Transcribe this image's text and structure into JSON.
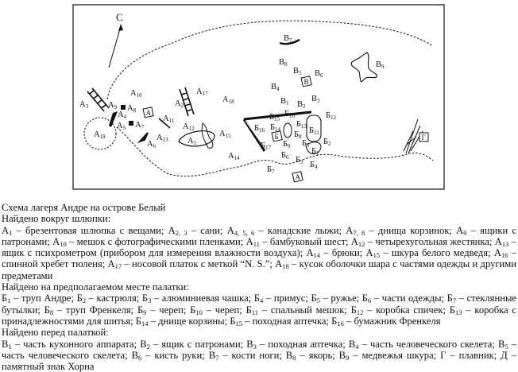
{
  "diagram": {
    "north_label": "С",
    "labels": [
      {
        "l": "А",
        "s": "1"
      },
      {
        "l": "А",
        "s": "2"
      },
      {
        "l": "А",
        "s": "3"
      },
      {
        "l": "А",
        "s": "4"
      },
      {
        "l": "А",
        "s": "5"
      },
      {
        "l": "А",
        "s": "6"
      },
      {
        "l": "А",
        "s": "7"
      },
      {
        "l": "А",
        "s": "8"
      },
      {
        "l": "А",
        "s": "9"
      },
      {
        "l": "А",
        "s": "10"
      },
      {
        "l": "А",
        "s": "11"
      },
      {
        "l": "А",
        "s": "12"
      },
      {
        "l": "А",
        "s": "13"
      },
      {
        "l": "А",
        "s": "14"
      },
      {
        "l": "А",
        "s": "15"
      },
      {
        "l": "А",
        "s": "17"
      },
      {
        "l": "А",
        "s": "18"
      },
      {
        "l": "А",
        "s": "18"
      },
      {
        "l": "В",
        "s": "1"
      },
      {
        "l": "В",
        "s": "2"
      },
      {
        "l": "В",
        "s": "3"
      },
      {
        "l": "В",
        "s": "4"
      },
      {
        "l": "В",
        "s": "5"
      },
      {
        "l": "В",
        "s": "6"
      },
      {
        "l": "В",
        "s": "7"
      },
      {
        "l": "В",
        "s": "8"
      },
      {
        "l": "В",
        "s": "9"
      },
      {
        "l": "Б",
        "s": "1"
      },
      {
        "l": "Б",
        "s": "2"
      },
      {
        "l": "Б",
        "s": "3"
      },
      {
        "l": "Б",
        "s": "4"
      },
      {
        "l": "Б",
        "s": "5"
      },
      {
        "l": "Б",
        "s": "6"
      },
      {
        "l": "Б",
        "s": "7"
      },
      {
        "l": "Б",
        "s": "8"
      },
      {
        "l": "Б",
        "s": "9"
      },
      {
        "l": "Б",
        "s": "10"
      },
      {
        "l": "Б",
        "s": "11"
      },
      {
        "l": "Б",
        "s": "12"
      },
      {
        "l": "Б",
        "s": "13"
      },
      {
        "l": "Б",
        "s": "14"
      },
      {
        "l": "Б",
        "s": "15"
      },
      {
        "l": "Б",
        "s": "16"
      },
      {
        "l": "Б",
        "s": "17"
      }
    ],
    "boxes": [
      "А",
      "В",
      "Б",
      "Г",
      "А"
    ]
  },
  "legend": {
    "title": "Схема лагеря Андре на острове Белый",
    "sections": [
      {
        "heading": "Найдено вокруг шлюпки:",
        "items": [
          {
            "c": "А",
            "s": "1",
            "d": "брезентовая шлюпка с вещами"
          },
          {
            "c": "А",
            "s": "2, 3",
            "d": "сани"
          },
          {
            "c": "А",
            "s": "4, 5, 6",
            "d": "канадские лыжи"
          },
          {
            "c": "А",
            "s": "7, 8",
            "d": "днища корзинок"
          },
          {
            "c": "А",
            "s": "9",
            "d": "ящики с патронами"
          },
          {
            "c": "А",
            "s": "10",
            "d": "мешок с фотографическими пленками"
          },
          {
            "c": "А",
            "s": "11",
            "d": "бамбуковый шест"
          },
          {
            "c": "А",
            "s": "12",
            "d": "четырехугольная жестянка"
          },
          {
            "c": "А",
            "s": "13",
            "d": "ящик с психрометром (прибором для измерения влажности воздуха)"
          },
          {
            "c": "А",
            "s": "14",
            "d": "брюки"
          },
          {
            "c": "А",
            "s": "15",
            "d": "шкура белого медведя"
          },
          {
            "c": "А",
            "s": "16",
            "d": "спинной хребет тюленя"
          },
          {
            "c": "А",
            "s": "17",
            "d": "носовой платок с меткой “N. S.”"
          },
          {
            "c": "А",
            "s": "18",
            "d": "кусок оболочки шара с частями одежды и другими предметами"
          }
        ]
      },
      {
        "heading": "Найдено на предполагаемом месте палатки:",
        "items": [
          {
            "c": "Б",
            "s": "1",
            "d": "труп Андре"
          },
          {
            "c": "Б",
            "s": "2",
            "d": "кастрюля"
          },
          {
            "c": "Б",
            "s": "3",
            "d": "алюминиевая чашка"
          },
          {
            "c": "Б",
            "s": "4",
            "d": "примус"
          },
          {
            "c": "Б",
            "s": "5",
            "d": "ружье"
          },
          {
            "c": "Б",
            "s": "6",
            "d": "части одежды"
          },
          {
            "c": "Б",
            "s": "7",
            "d": "стеклянные бутылки"
          },
          {
            "c": "Б",
            "s": "8",
            "d": "труп Френкеля"
          },
          {
            "c": "Б",
            "s": "9",
            "d": "череп"
          },
          {
            "c": "Б",
            "s": "10",
            "d": "череп"
          },
          {
            "c": "Б",
            "s": "11",
            "d": "спальный мешок"
          },
          {
            "c": "Б",
            "s": "12",
            "d": "коробка спичек"
          },
          {
            "c": "Б",
            "s": "13",
            "d": "коробка с принадлежностями для шитья"
          },
          {
            "c": "Б",
            "s": "14",
            "d": "днище корзины"
          },
          {
            "c": "Б",
            "s": "15",
            "d": "походная аптечка"
          },
          {
            "c": "Б",
            "s": "16",
            "d": "бумажник Френкеля"
          }
        ]
      },
      {
        "heading": "Найдено перед палаткой:",
        "items": [
          {
            "c": "В",
            "s": "1",
            "d": "часть кухонного аппарата"
          },
          {
            "c": "В",
            "s": "2",
            "d": "ящик с патронами"
          },
          {
            "c": "В",
            "s": "3",
            "d": "походная аптечка"
          },
          {
            "c": "В",
            "s": "4",
            "d": "часть человеческого скелета"
          },
          {
            "c": "В",
            "s": "5",
            "d": "часть человеческого скелета"
          },
          {
            "c": "В",
            "s": "6",
            "d": "кисть руки"
          },
          {
            "c": "В",
            "s": "7",
            "d": "кости ноги"
          },
          {
            "c": "В",
            "s": "8",
            "d": "якорь"
          },
          {
            "c": "В",
            "s": "9",
            "d": "медвежья шкура"
          },
          {
            "c": "Г",
            "s": "",
            "d": "плавник"
          },
          {
            "c": "Д",
            "s": "",
            "d": "памятный знак Хорна"
          }
        ]
      }
    ]
  }
}
